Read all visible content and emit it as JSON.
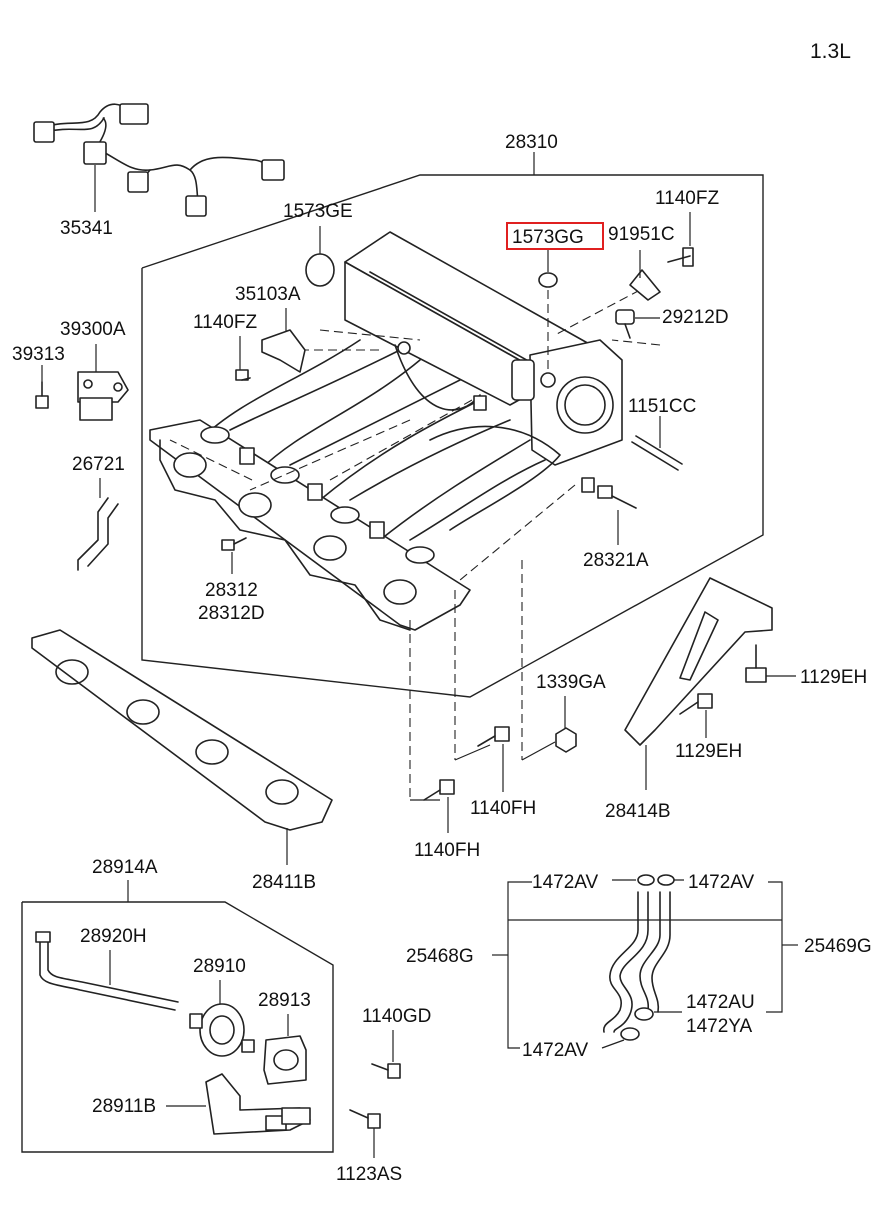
{
  "engine_label": "1.3L",
  "highlight_color": "#e02020",
  "labels": {
    "p28310": "28310",
    "p35341": "35341",
    "p1573GE": "1573GE",
    "p1573GG": "1573GG",
    "p91951C": "91951C",
    "p1140FZ_a": "1140FZ",
    "p1140FZ_b": "1140FZ",
    "p29212D": "29212D",
    "p35103A": "35103A",
    "p39300A": "39300A",
    "p39313": "39313",
    "p1151CC": "1151CC",
    "p26721": "26721",
    "p28321A": "28321A",
    "p28312": "28312",
    "p28312D": "28312D",
    "p1129EH_a": "1129EH",
    "p1129EH_b": "1129EH",
    "p1339GA": "1339GA",
    "p28414B": "28414B",
    "p1140FH_a": "1140FH",
    "p1140FH_b": "1140FH",
    "p28411B": "28411B",
    "p28914A": "28914A",
    "p28920H": "28920H",
    "p28910": "28910",
    "p28913": "28913",
    "p28911B": "28911B",
    "p1140GD": "1140GD",
    "p1123AS": "1123AS",
    "p1472AV_a": "1472AV",
    "p1472AV_b": "1472AV",
    "p1472AV_c": "1472AV",
    "p25468G": "25468G",
    "p25469G": "25469G",
    "p1472AU": "1472AU",
    "p1472YA": "1472YA"
  }
}
